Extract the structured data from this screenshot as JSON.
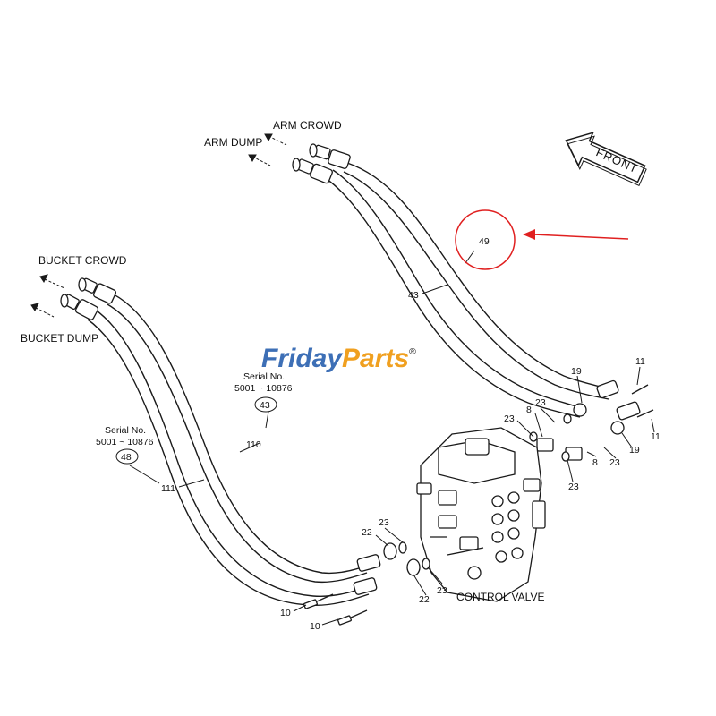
{
  "labels": {
    "arm_crowd": "ARM CROWD",
    "arm_dump": "ARM DUMP",
    "bucket_crowd": "BUCKET CROWD",
    "bucket_dump": "BUCKET DUMP",
    "control_valve": "CONTROL VALVE",
    "front": "FRONT"
  },
  "serial_notes": {
    "upper": {
      "text": "Serial No.",
      "range": "5001 ~ 10876",
      "ref": "43"
    },
    "lower": {
      "text": "Serial No.",
      "range": "5001 ~ 10876",
      "ref": "48"
    }
  },
  "part_numbers": {
    "p49": "49",
    "p43": "43",
    "p19_top": "19",
    "p19_bottom": "19",
    "p11_top": "11",
    "p11_bottom": "11",
    "p23_a": "23",
    "p23_b": "23",
    "p23_c": "23",
    "p23_d": "23",
    "p23_e": "23",
    "p23_f": "23",
    "p8_top": "8",
    "p8_bottom": "8",
    "p110": "110",
    "p111": "111",
    "p22_top": "22",
    "p22_bottom": "22",
    "p10_top": "10",
    "p10_bottom": "10"
  },
  "watermark": {
    "text_a": "Friday",
    "text_b": "Parts",
    "mark": "®"
  },
  "colors": {
    "line": "#1a1a1a",
    "highlight": "#e02020",
    "watermark_blue": "#3d6fb6",
    "watermark_orange": "#f0a020"
  },
  "icons": [
    "front-arrow-icon",
    "direction-arrow-icon",
    "highlight-circle-icon"
  ]
}
